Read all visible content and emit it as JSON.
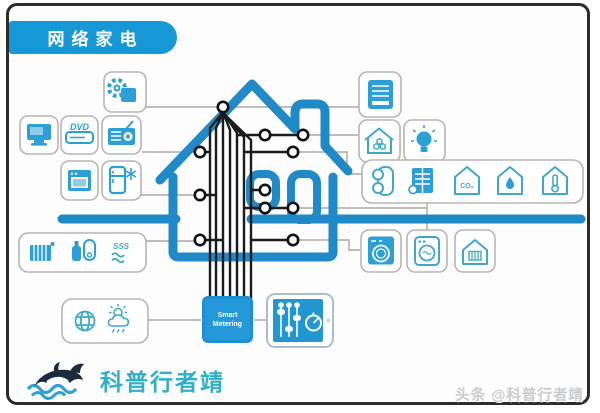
{
  "banner": {
    "title": "网络家电"
  },
  "brand": {
    "logo_text": "科普行者靖",
    "logo_icon": "whale-waves-icon",
    "watermark": "头条 @科普行者靖"
  },
  "colors": {
    "banner_blue": "#1697D6",
    "house_blue": "#2089C8",
    "icon_blue": "#2B9FD6",
    "icon_teal": "#3FA8C8",
    "brand_teal": "#2FB0C7"
  },
  "chip": {
    "line1": "Smart",
    "line2": "Metering"
  },
  "labels": {
    "dvd": "DVD",
    "co2": "CO₂",
    "steam": "SSS"
  },
  "devices": {
    "left": [
      {
        "name": "settings",
        "icon": "gear-icon"
      },
      {
        "name": "television",
        "icon": "tv-icon"
      },
      {
        "name": "dvd-player",
        "icon": "dvd-icon"
      },
      {
        "name": "radio",
        "icon": "radio-icon"
      },
      {
        "name": "oven",
        "icon": "oven-icon"
      },
      {
        "name": "refrigerator",
        "icon": "refrigerator-icon"
      },
      {
        "name": "heating-group",
        "icons": [
          "radiator-icon",
          "water-heater-icon",
          "steam-icon"
        ]
      },
      {
        "name": "internet-weather-group",
        "icons": [
          "globe-icon",
          "weather-icon"
        ]
      }
    ],
    "right": [
      {
        "name": "control-panel",
        "icon": "control-panel-icon"
      },
      {
        "name": "ventilation",
        "icon": "fan-house-icon"
      },
      {
        "name": "lighting",
        "icon": "bulb-icon"
      },
      {
        "name": "climate-sensor-group",
        "icons": [
          "thermostat-icon",
          "blinds-icon",
          "co2-house-icon",
          "humidity-house-icon",
          "temperature-house-icon"
        ]
      },
      {
        "name": "washing-machine",
        "icon": "washer-icon"
      },
      {
        "name": "dryer",
        "icon": "dryer-icon"
      },
      {
        "name": "boiler-house",
        "icon": "boiler-house-icon"
      }
    ],
    "bottom": [
      {
        "name": "smart-metering-hub",
        "icon": "chip-icon"
      },
      {
        "name": "tablet-controller",
        "icon": "tablet-icon"
      }
    ]
  }
}
